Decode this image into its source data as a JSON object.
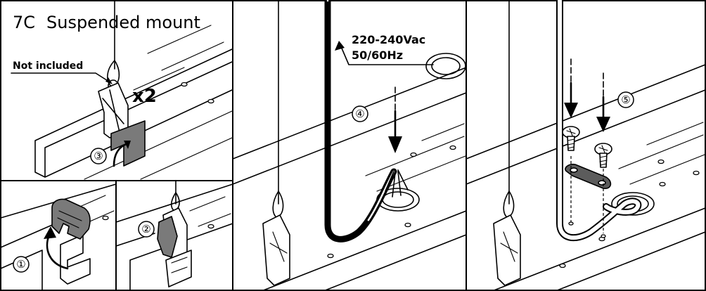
{
  "title": {
    "code": "7C",
    "text": "Suspended mount"
  },
  "labels": {
    "not_included": "Not included",
    "quantity": "x2",
    "voltage": "220-240Vac",
    "frequency": "50/60Hz"
  },
  "steps": [
    "①",
    "②",
    "③",
    "④",
    "⑤"
  ],
  "colors": {
    "line": "#000000",
    "bracket_fill": "#7a7a7a",
    "background": "#ffffff"
  }
}
